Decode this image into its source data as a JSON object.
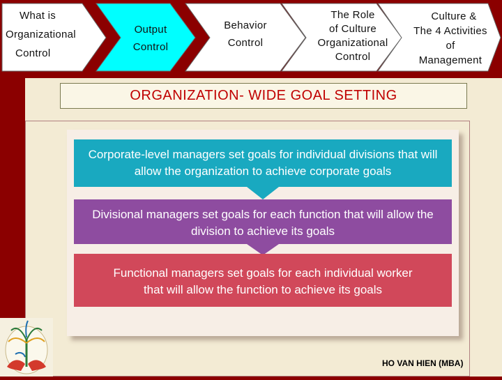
{
  "nav": {
    "tab1": [
      "What is",
      "Organizational",
      "Control"
    ],
    "tab2": [
      "Output",
      "Control"
    ],
    "tab3": [
      "Behavior",
      "Control"
    ],
    "tab4": [
      "The Role",
      "of Culture",
      "Organizational",
      "Control"
    ],
    "tab5": [
      "Culture &",
      "The 4 Activities",
      "of",
      "Management"
    ]
  },
  "title": "ORGANIZATION- WIDE GOAL SETTING",
  "diagram": {
    "step1": [
      "Corporate-level managers set goals for individual divisions that will",
      "allow the organization to achieve corporate goals"
    ],
    "step2": [
      "Divisional managers set goals for each function that will allow the",
      "division to achieve its goals"
    ],
    "step3": [
      "Functional managers set goals for each individual worker",
      "that will allow the function to achieve its goals"
    ]
  },
  "colors": {
    "background": "#8b0000",
    "active_tab": "#00ffff",
    "step1": "#19a9c0",
    "step2": "#8e4ca0",
    "step3": "#d1485a",
    "title_text": "#c00000"
  },
  "credit": "HO VAN HIEN (MBA)"
}
